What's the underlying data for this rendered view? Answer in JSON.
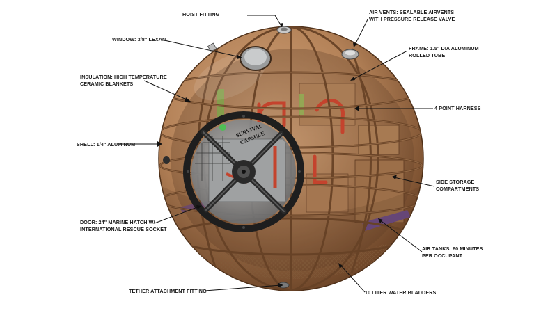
{
  "callouts": {
    "hoist": "HOIST FITTING",
    "air_vents_1": "AIR VENTS: SEALABLE AIRVENTS",
    "air_vents_2": "WITH PRESSURE RELEASE VALVE",
    "window": "WINDOW: 3/8\" LEXAN",
    "frame_1": "FRAME: 1.5\" DIA ALUMINUM",
    "frame_2": "ROLLED TUBE",
    "insulation_1": "INSULATION: HIGH TEMPERATURE",
    "insulation_2": "CERAMIC BLANKETS",
    "harness": "4 POINT HARNESS",
    "shell": "SHELL: 1/4\" ALUMINUM",
    "side_storage_1": "SIDE STORAGE",
    "side_storage_2": "COMPARTMENTS",
    "door_1": "DOOR: 24\" MARINE HATCH W/",
    "door_2": "INTERNATIONAL RESCUE SOCKET",
    "air_tanks_1": "AIR TANKS: 60 MINUTES",
    "air_tanks_2": "PER OCCUPANT",
    "tether": "TETHER ATTACHMENT FITTING",
    "water": "10 LITER WATER BLADDERS"
  },
  "logo": {
    "line1": "SURVIVAL",
    "line2": "CAPSULE"
  },
  "colors": {
    "shell": "#b8875e",
    "shell_dark": "#7a5232",
    "frame": "#6b4528",
    "hatch_ring": "#1e1e1e",
    "hatch_glass": "#8d8f90",
    "accent_red": "#c4432d",
    "accent_green": "#7fa34a",
    "accent_purple": "#6a4a8a"
  }
}
